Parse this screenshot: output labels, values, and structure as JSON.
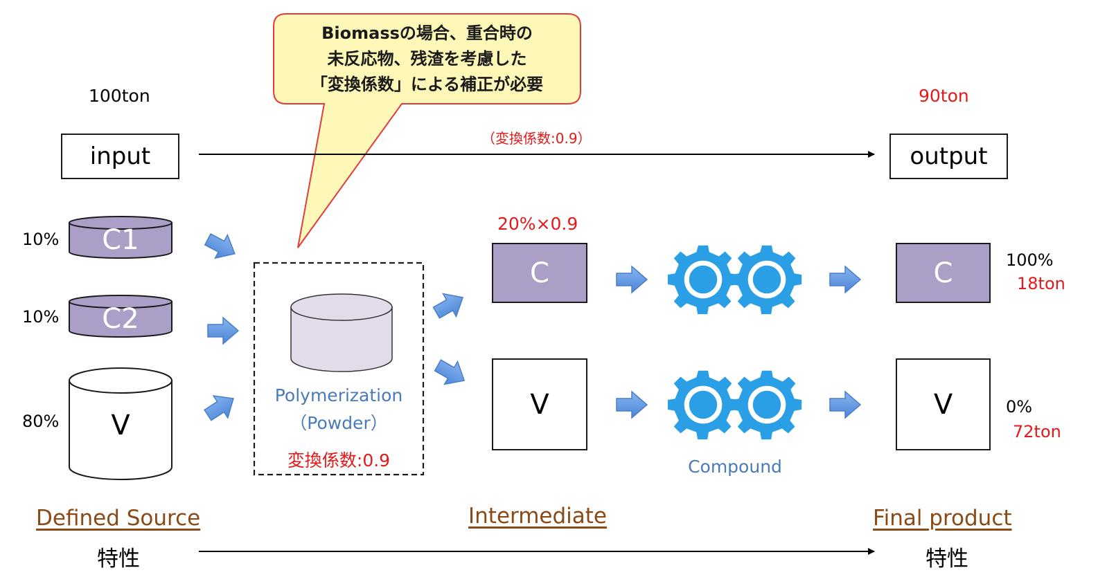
{
  "callout": {
    "lines": [
      "Biomassの場合、重合時の",
      "未反応物、残渣を考慮した",
      "「変換係数」による補正が必要"
    ]
  },
  "top": {
    "input_amount": "100ton",
    "output_amount": "90ton",
    "input_label": "input",
    "output_label": "output",
    "conversion_note": "（変換係数:0.9）"
  },
  "sources": [
    {
      "percent": "10%",
      "label": "C1"
    },
    {
      "percent": "10%",
      "label": "C2"
    },
    {
      "percent": "80%",
      "label": "V"
    }
  ],
  "polymerization": {
    "label": "Polymerization",
    "sublabel": "（Powder）",
    "factor": "変換係数:0.9"
  },
  "intermediate": {
    "formula": "20%×0.9",
    "c_label": "C",
    "v_label": "V"
  },
  "compound": {
    "label": "Compound"
  },
  "final": {
    "c_label": "C",
    "v_label": "V",
    "c_percent": "100%",
    "c_amount": "18ton",
    "v_percent": "0%",
    "v_amount": "72ton"
  },
  "footer": {
    "source": "Defined Source",
    "intermediate": "Intermediate",
    "final": "Final product",
    "trait_left": "特性",
    "trait_right": "特性"
  },
  "colors": {
    "purple_fill": "#ab9fc7",
    "cylinder_light": "#e2dcea",
    "gear_blue": "#2a9fe6",
    "arrow_blue": "#6a9fe0",
    "callout_fill": "#fdf7b8",
    "callout_border": "#e03c3c",
    "red_text": "#e51919",
    "brown_heading": "#8a4a16",
    "label_blue": "#4a7ab8"
  }
}
